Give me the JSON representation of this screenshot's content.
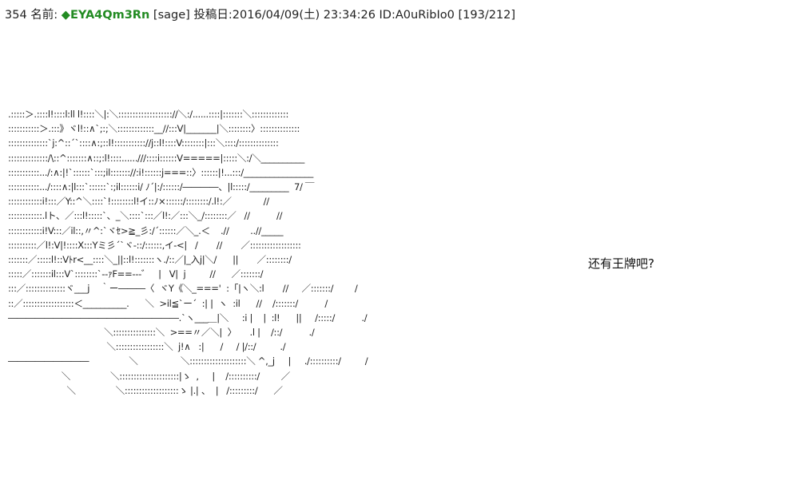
{
  "post": {
    "number": "354",
    "name_label": "名前:",
    "trip": "◆EYA4Qm3Rn",
    "mail": "[sage]",
    "date_label": "投稿日:",
    "date": "2016/04/09(土) 23:34:26",
    "id": "ID:A0uRibIo0",
    "count": "[193/212]"
  },
  "art_lines": [
    ".:::::＞.::::l!::::l:ll l!::::＼|:＼::::::::::::::::::://＼:/......::::|:::::::＼:::::::::::::",
    ":::::::::::＞.:::》ヾl!::∧`;:;＼:::::::::::::__//:::V|_______|＼::::::::〉::::::::::::::",
    "::::::::::::::`j:^::´`::::∧:;::l!::::::::::://j::l!::::V::::::::|:::＼::::/::::::::::::::",
    "::::::::::::::/\\::^:::::::∧::;:l!::::......///::::i::::::V=====|:::::＼:/＼__________",
    ":::::::::::.../:∧:|!`::::::`:::;il::::::://:i!::::::j===::〉::::::|!...:::/________________",
    ":::::::::::.../::::∧:|l:::`::::::`:;il::::::i/ ﾉ´|:/::::::/――――、|l:::::/_________  7/ ￣",
    "::::::::::::i!:::／Y::^＼::::`!::::::::l!イ::ﾉ×::::::/::::::::/.l!:／            //",
    "::::::::::::.lト、／:::l!:::::`、_＼::::`:::／l!:／:::＼_/::::::::／   //          //",
    "::::::::::::i!V:::／il::,〃^:`ヾｾ>≧_彡:/´::::::／＼_.＜    .//        ..//_____",
    "::::::::::／l!:V|!::::X:::Yミ彡´`ヾ-::/::::::,イ-<|   /       //       ／::::::::::::::::::",
    ":::::::／:::::l!::Vﾄr<__::::＼_||::l!:::::::ヽ./::／|_入j|＼/      ||       ／::::::::/",
    ":::::／:::::::il:::V`::::::::`-‐ｧF==---゛   |   V|  j         //      ／:::::::/",
    ":::／::::::::::::::ヾ___j    ｀ー―――〈  ヾY《＼_==='  :「|ヽ＼:l       //     ／:::::::/        /",
    "::／::::::::::::::::::＜__________.      ＼  >il≦`ー´  :| |  ヽ  :il      //    /:::::::/          /",
    "―――――――――――――――――――.`ヽ___＿|＼     :i |    |  :l!      ||     /:::::/          ./",
    "                                    ＼:::::::::::::::＼  >==〃／＼|  〉     .l |    /::/          ./",
    "                                     ＼:::::::::::::::::＼  j!∧   :|      /     / |/::/         ./",
    "―――――――――               ＼                ＼::::::::::::::::::::＼ ^,_j     |     ./::::::::::/         /",
    "                    ＼               ＼:::::::::::::::::::::|ゝ  ,     |    /::::::::::/        ／",
    "                      ＼               ＼:::::::::::::::::::ゝ |.| 、  |   /:::::::::/      ／"
  ],
  "side_text": "还有王牌吧?"
}
